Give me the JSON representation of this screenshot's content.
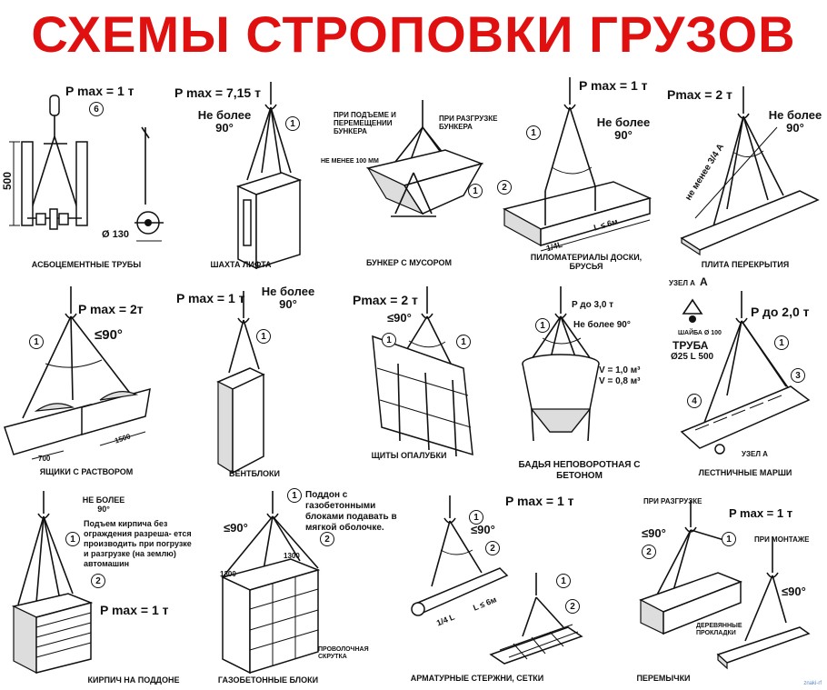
{
  "title": "СХЕМЫ СТРОПОВКИ ГРУЗОВ",
  "colors": {
    "title": "#e01010",
    "line": "#111111",
    "logo": "#5a8ac8"
  },
  "panels": {
    "p1": {
      "caption": "АСБОЦЕМЕНТНЫЕ ТРУБЫ",
      "pmax": "P max = 1 т",
      "dim": "500",
      "diam": "Ø 130",
      "n": "6"
    },
    "p2": {
      "caption": "ШАХТА ЛИФТА",
      "pmax": "P max = 7,15 т",
      "angle": "Не более 90°",
      "n": "1"
    },
    "p3": {
      "caption": "БУНКЕР С МУСОРОМ",
      "note1": "ПРИ ПОДЪЕМЕ И ПЕРЕМЕЩЕНИИ БУНКЕРА",
      "note2": "ПРИ РАЗГРУЗКЕ БУНКЕРА",
      "note3": "НЕ МЕНЕЕ 100 ММ",
      "n": "1"
    },
    "p4": {
      "caption": "ПИЛОМАТЕРИАЛЫ ДОСКИ, БРУСЬЯ",
      "pmax": "P max = 1 т",
      "angle": "Не более 90°",
      "n1": "1",
      "n2": "2",
      "dim1": "1/4L",
      "dim2": "L ≤ 6м"
    },
    "p5": {
      "caption": "ПЛИТА ПЕРЕКРЫТИЯ",
      "pmax": "Pmax = 2 т",
      "angle": "Не более 90°",
      "dim": "не менее 3/4 А"
    },
    "p6": {
      "caption": "ЯЩИКИ С РАСТВОРОМ",
      "pmax": "P max = 2т",
      "angle": "≤90°",
      "n": "1",
      "dim1": "700",
      "dim2": "1500"
    },
    "p7": {
      "caption": "ВЕНТБЛОКИ",
      "pmax": "P max = 1 т",
      "angle": "Не более 90°",
      "n": "1"
    },
    "p8": {
      "caption": "ЩИТЫ ОПАЛУБКИ",
      "pmax": "Pmax = 2 т",
      "angle": "≤90°",
      "n1": "1",
      "n2": "1"
    },
    "p9": {
      "caption": "БАДЬЯ НЕПОВОРОТНАЯ С БЕТОНОМ",
      "pmax": "P до 3,0 т",
      "angle": "Не более 90°",
      "v1": "V = 1,0 м³",
      "v2": "V = 0,8 м³",
      "n": "1"
    },
    "p10": {
      "caption": "ЛЕСТНИЧНЫЕ МАРШИ",
      "pmax": "P до 2,0 т",
      "uzel": "УЗЕЛ А",
      "uzel2": "УЗЕЛ А",
      "letter": "A",
      "shaiba": "ШАЙБА Ø 100",
      "truba": "ТРУБА",
      "truba_size": "Ø25 L 500",
      "n1": "1",
      "n3": "3",
      "n4": "4"
    },
    "p11": {
      "caption": "КИРПИЧ НА ПОДДОНЕ",
      "pmax": "P max = 1 т",
      "angle": "НЕ БОЛЕЕ 90°",
      "note": "Подъем кирпича без ограждения разреша- ется производить при погрузке и разгрузке (на землю) автомашин",
      "n1": "1",
      "n2": "2"
    },
    "p12": {
      "caption": "ГАЗОБЕТОННЫЕ БЛОКИ",
      "angle": "≤90°",
      "note": "Поддон с газобетонными блоками подавать в мягкой оболочке.",
      "wrap": "ПРОВОЛОЧНАЯ СКРУТКА",
      "dim1": "1300",
      "dim2": "1300",
      "n1": "1",
      "n2": "2"
    },
    "p13": {
      "caption": "АРМАТУРНЫЕ СТЕРЖНИ, СЕТКИ",
      "pmax": "P max = 1 т",
      "angle": "≤90°",
      "dim1": "1/4 L",
      "dim2": "L ≤ 6м",
      "n1": "1",
      "n2": "2",
      "n3": "1",
      "n4": "2"
    },
    "p14": {
      "caption": "ПЕРЕМЫЧКИ",
      "pmax": "P max = 1 т",
      "note1": "ПРИ РАЗГРУЗКЕ",
      "note2": "ПРИ МОНТАЖЕ",
      "angle1": "≤90°",
      "angle2": "≤90°",
      "pad": "ДЕРЕВЯННЫЕ ПРОКЛАДКИ",
      "n1": "1",
      "n2": "2"
    }
  },
  "logo": "znaki-rf"
}
